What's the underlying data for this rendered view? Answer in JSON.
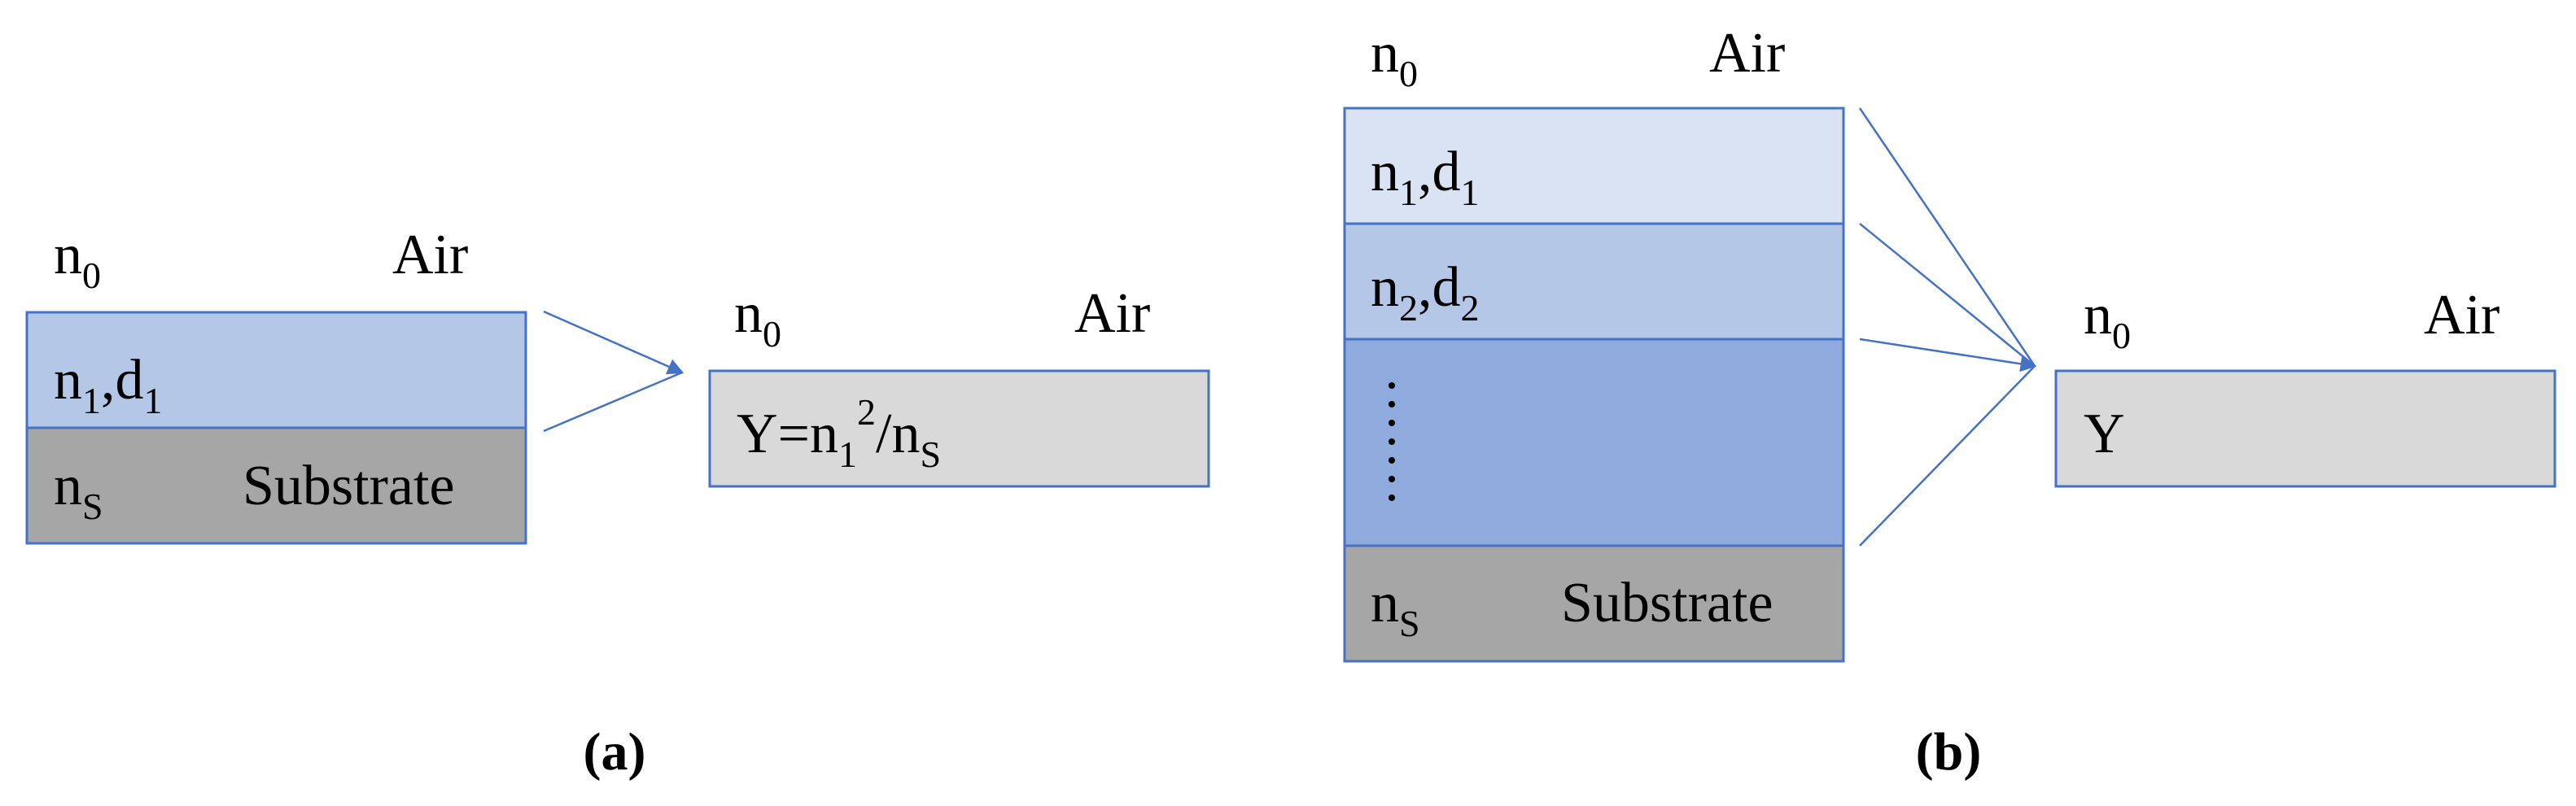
{
  "colors": {
    "layer_light": "#dae3f3",
    "layer_medium": "#b4c7e7",
    "layer_dark": "#8faadc",
    "substrate": "#a6a6a6",
    "equivalent": "#d9d9d9",
    "border": "#4472c4",
    "arrow": "#4472c4"
  },
  "diagram_a": {
    "caption": "(a)",
    "medium": {
      "symbol": "n",
      "sub": "0",
      "label": "Air"
    },
    "layer1": {
      "n": "n",
      "n_sub": "1",
      "sep": ",",
      "d": "d",
      "d_sub": "1"
    },
    "substrate": {
      "symbol": "n",
      "sub": "S",
      "label": "Substrate"
    },
    "result_medium": {
      "symbol": "n",
      "sub": "0",
      "label": "Air"
    },
    "result": {
      "lhs": "Y=n",
      "n_sub": "1",
      "sup": "2",
      "slash": "/n",
      "s_sub": "S"
    }
  },
  "diagram_b": {
    "caption": "(b)",
    "medium": {
      "symbol": "n",
      "sub": "0",
      "label": "Air"
    },
    "layer1": {
      "n": "n",
      "n_sub": "1",
      "sep": ",",
      "d": "d",
      "d_sub": "1"
    },
    "layer2": {
      "n": "n",
      "n_sub": "2",
      "sep": ",",
      "d": "d",
      "d_sub": "2"
    },
    "substrate": {
      "symbol": "n",
      "sub": "S",
      "label": "Substrate"
    },
    "result_medium": {
      "symbol": "n",
      "sub": "0",
      "label": "Air"
    },
    "result": {
      "text": "Y"
    }
  }
}
